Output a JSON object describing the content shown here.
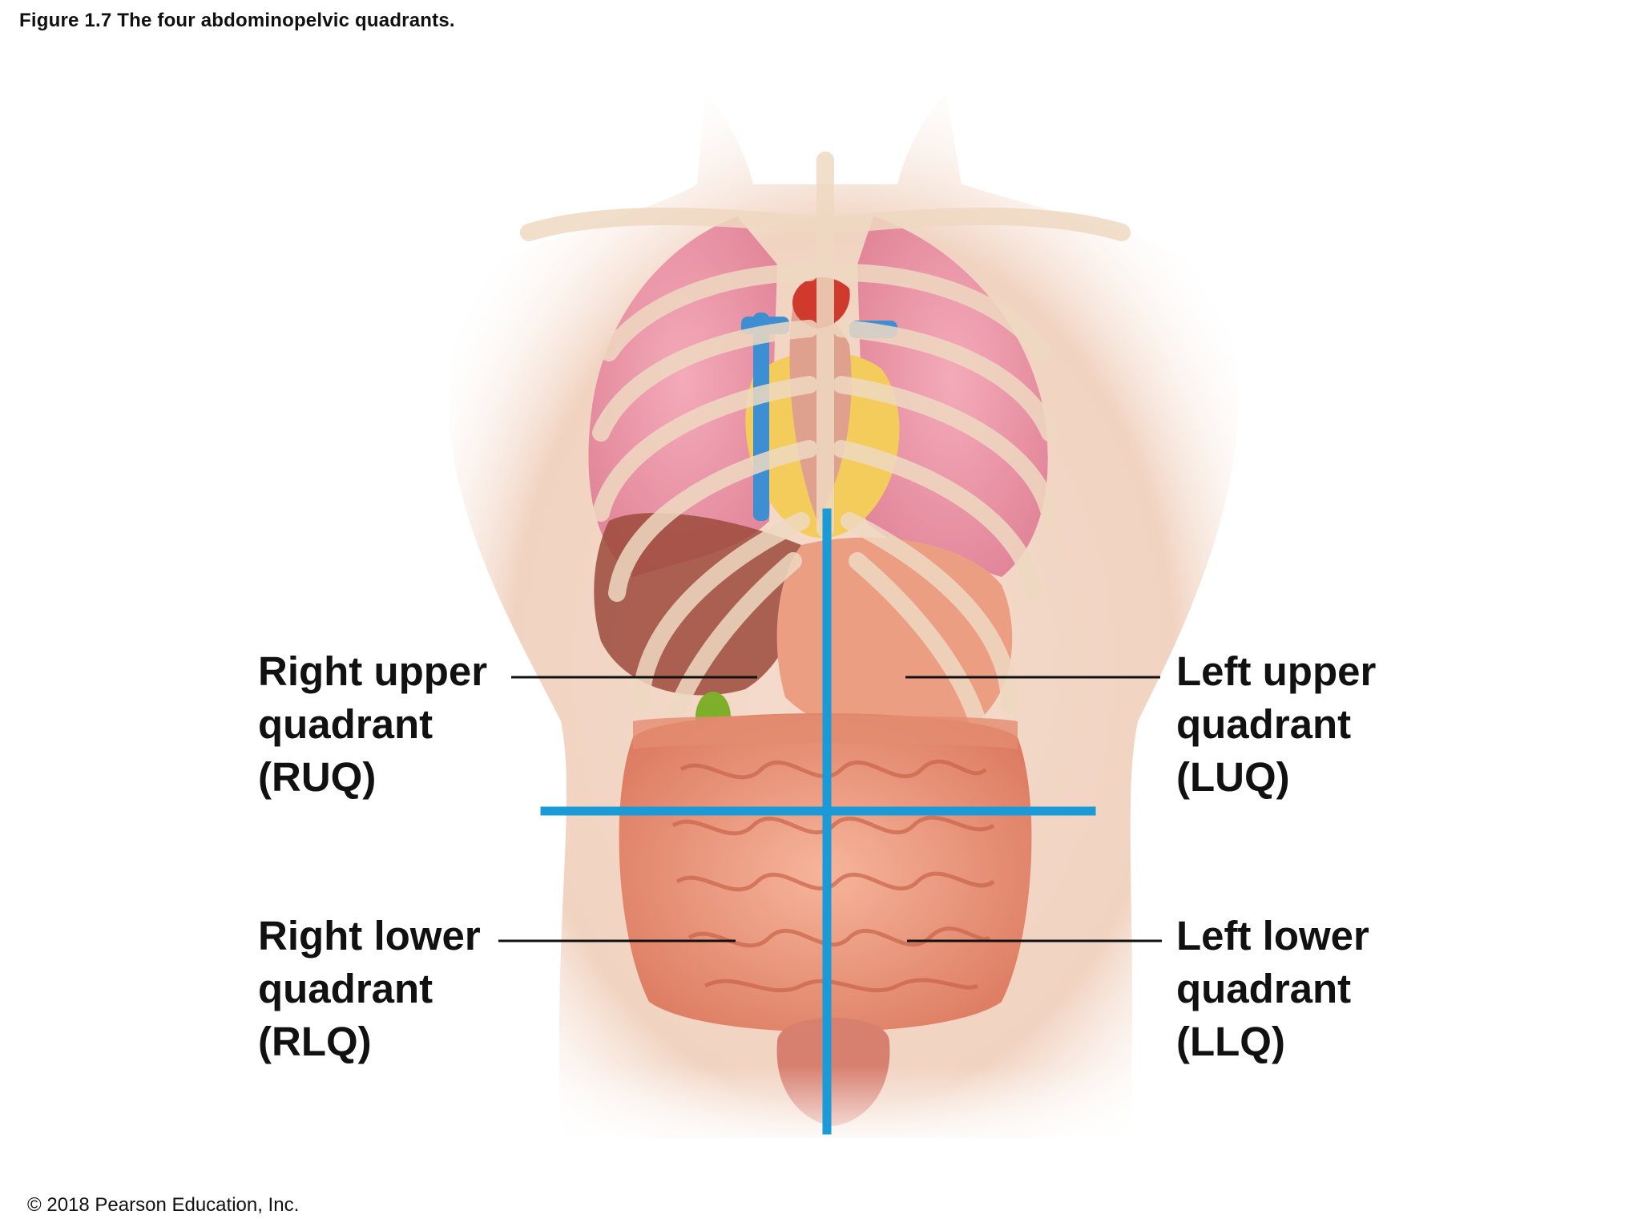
{
  "caption": "Figure 1.7 The four abdominopelvic quadrants.",
  "copyright": "© 2018 Pearson Education, Inc.",
  "labels": {
    "ruq": {
      "line1": "Right upper",
      "line2": "quadrant",
      "line3": "(RUQ)"
    },
    "luq": {
      "line1": "Left upper",
      "line2": "quadrant",
      "line3": "(LUQ)"
    },
    "rlq": {
      "line1": "Right lower",
      "line2": "quadrant",
      "line3": "(RLQ)"
    },
    "llq": {
      "line1": "Left lower",
      "line2": "quadrant",
      "line3": "(LLQ)"
    }
  },
  "colors": {
    "divider_lines": "#1a9bd7",
    "skin": "#f3d6c6",
    "lung": "#e98ea3",
    "intestine": "#e99378",
    "bone": "#efd9c2",
    "liver": "#9c4a3c",
    "gallbladder": "#7fae2a",
    "stomach": "#ec9e83",
    "bladder": "#d88070",
    "heart_fat": "#f3cc5c",
    "vessel_blue": "#3d8fd1",
    "vessel_red": "#cf3a2c"
  },
  "icons": {
    "torso": "torso-anatomy-illustration"
  }
}
